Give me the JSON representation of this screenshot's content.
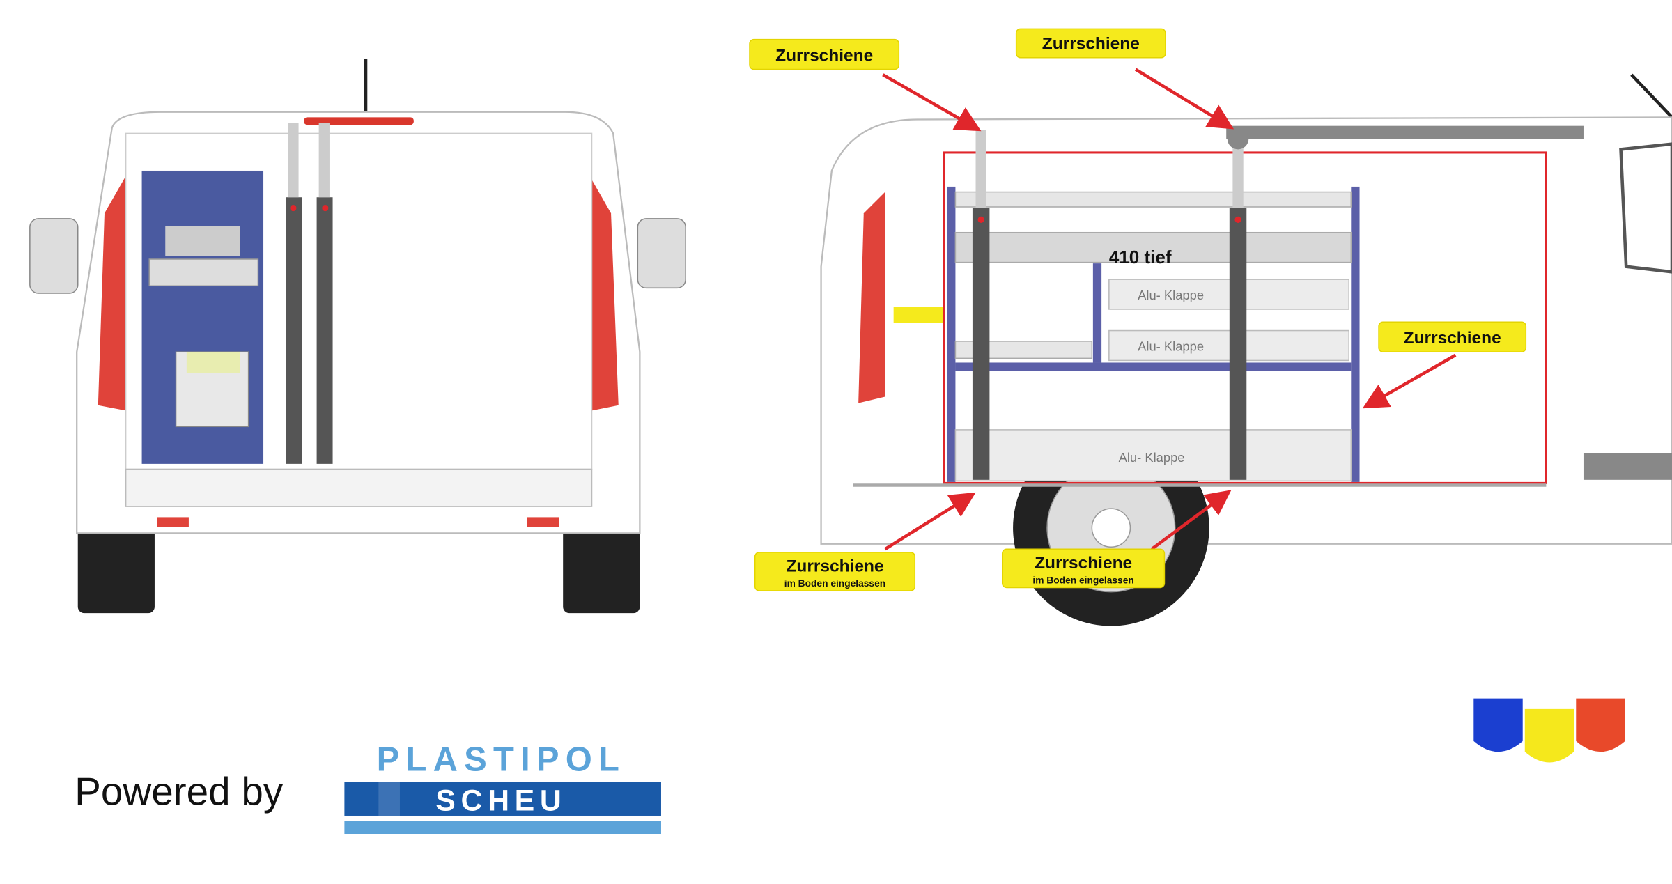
{
  "labels": {
    "rail": "Zurrschiene",
    "rail_floor_sub": "im Boden eingelassen",
    "depth": "410 tief",
    "flap": "Alu- Klappe"
  },
  "footer": {
    "powered_by": "Powered by",
    "logo_top": "PLASTIPOL",
    "logo_bottom": "SCHEU"
  },
  "colors": {
    "callout": "#f5ea1c",
    "arrow": "#e0262b",
    "shelf_frame": "#5b5fa8",
    "panel": "#4a5aa0",
    "logo_light": "#5ba3d9",
    "logo_dark": "#1a5aa8",
    "shield_blue": "#1b3fd0",
    "shield_yellow": "#f5e81c",
    "shield_red": "#e8492a"
  }
}
